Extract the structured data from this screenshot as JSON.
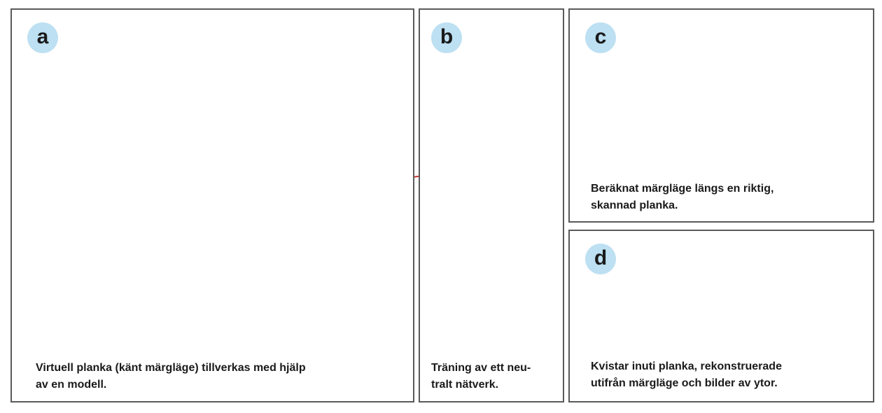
{
  "panels": {
    "a": {
      "label": "a",
      "caption_line1": "Virtuell planka (känt märgläge) tillverkas med hjälp",
      "caption_line2": "av en modell."
    },
    "b": {
      "label": "b",
      "caption_line1": "Träning av ett neu-",
      "caption_line2": "tralt nätverk."
    },
    "c": {
      "label": "c",
      "caption_line1": "Beräknat märgläge längs en riktig,",
      "caption_line2": "skannad planka."
    },
    "d": {
      "label": "d",
      "caption_line1": "Kvistar inuti planka, rekonstruerade",
      "caption_line2": "utifrån märgläge och bilder av ytor."
    }
  },
  "colors": {
    "badge": "#bde0f2",
    "arrow": "#c4302b",
    "wood": "#e3a35a",
    "pith_line": "#2f3fa8",
    "knot": "#9b4fd0"
  },
  "icons": [
    "log-illustration",
    "plank-illustration",
    "neural-network-illustration",
    "knot-cone-illustration"
  ]
}
